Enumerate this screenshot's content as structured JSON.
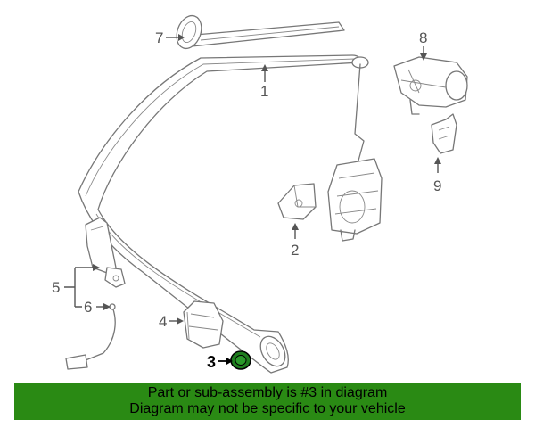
{
  "diagram": {
    "callouts": {
      "c1": "1",
      "c2": "2",
      "c3": "3",
      "c4": "4",
      "c5": "5",
      "c6": "6",
      "c7": "7",
      "c8": "8",
      "c9": "9"
    },
    "highlight_color": "#1e7d1e"
  },
  "banner": {
    "line1": "Part or sub-assembly is #3 in diagram",
    "line2": "Diagram may not be specific to your vehicle",
    "background_color": "#2a8a14"
  }
}
